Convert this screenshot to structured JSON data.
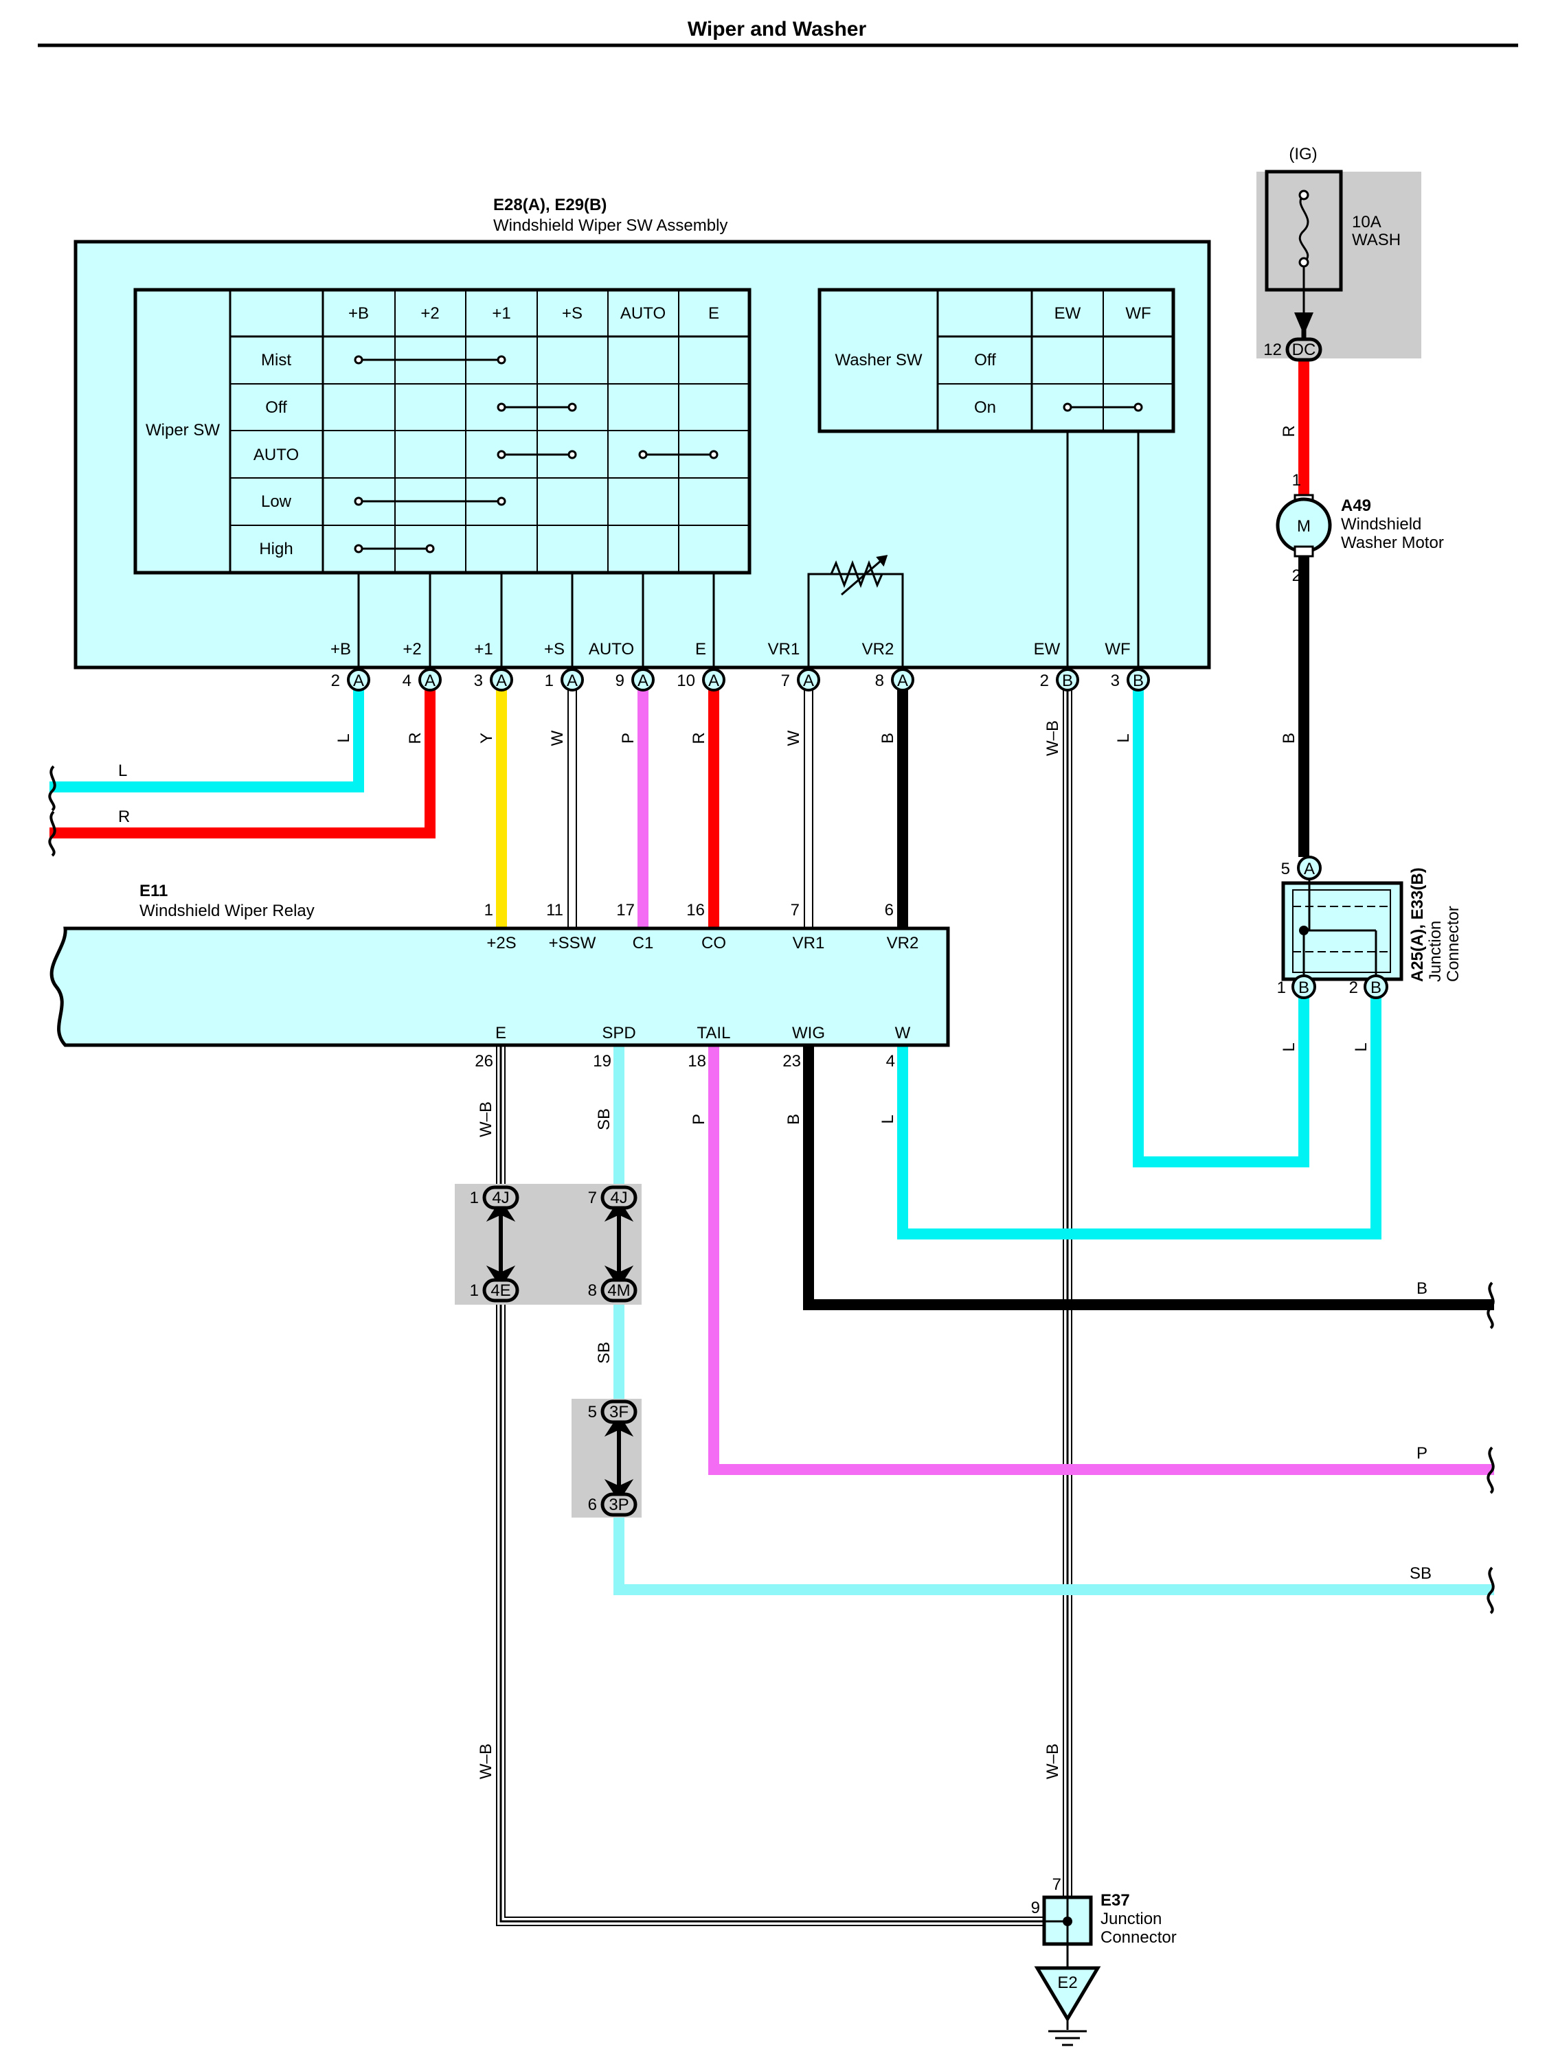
{
  "page": {
    "title": "Wiper and Washer"
  },
  "colors": {
    "L": "#00f3f3",
    "R": "#ff0000",
    "Y": "#ffe500",
    "W": "#ffffff",
    "P": "#f46bf4",
    "B": "#000000",
    "SB": "#8ff7f7",
    "WB": "#ffffff",
    "component_fill": "#ccffff",
    "connector_bg": "#cccccc"
  },
  "switch_assembly": {
    "code": "E28(A), E29(B)",
    "name": "Windshield Wiper SW Assembly",
    "wiper_table": {
      "row_header": "Wiper SW",
      "columns": [
        "+B",
        "+2",
        "+1",
        "+S",
        "AUTO",
        "E"
      ],
      "rows": [
        "Mist",
        "Off",
        "AUTO",
        "Low",
        "High"
      ]
    },
    "washer_table": {
      "row_header": "Washer SW",
      "columns": [
        "EW",
        "WF"
      ],
      "rows": [
        "Off",
        "On"
      ]
    },
    "terminals": [
      {
        "name": "+B",
        "pin": "2",
        "conn": "A",
        "wire": "L"
      },
      {
        "name": "+2",
        "pin": "4",
        "conn": "A",
        "wire": "R"
      },
      {
        "name": "+1",
        "pin": "3",
        "conn": "A",
        "wire": "Y"
      },
      {
        "name": "+S",
        "pin": "1",
        "conn": "A",
        "wire": "W"
      },
      {
        "name": "AUTO",
        "pin": "9",
        "conn": "A",
        "wire": "P"
      },
      {
        "name": "E",
        "pin": "10",
        "conn": "A",
        "wire": "R"
      },
      {
        "name": "VR1",
        "pin": "7",
        "conn": "A",
        "wire": "W"
      },
      {
        "name": "VR2",
        "pin": "8",
        "conn": "A",
        "wire": "B"
      },
      {
        "name": "EW",
        "pin": "2",
        "conn": "B",
        "wire": "W–B"
      },
      {
        "name": "WF",
        "pin": "3",
        "conn": "B",
        "wire": "L"
      }
    ]
  },
  "left_wires": {
    "L": "L",
    "R": "R"
  },
  "relay": {
    "code": "E11",
    "name": "Windshield Wiper Relay",
    "top_terminals": [
      {
        "name": "+2S",
        "pin": "1"
      },
      {
        "name": "+SSW",
        "pin": "11"
      },
      {
        "name": "C1",
        "pin": "17"
      },
      {
        "name": "CO",
        "pin": "16"
      },
      {
        "name": "VR1",
        "pin": "7"
      },
      {
        "name": "VR2",
        "pin": "6"
      }
    ],
    "bottom_terminals": [
      {
        "name": "E",
        "pin": "26",
        "wire": "W–B"
      },
      {
        "name": "SPD",
        "pin": "19",
        "wire": "SB"
      },
      {
        "name": "TAIL",
        "pin": "18",
        "wire": "P"
      },
      {
        "name": "WIG",
        "pin": "23",
        "wire": "B"
      },
      {
        "name": "W",
        "pin": "4",
        "wire": "L"
      }
    ]
  },
  "fuse": {
    "source": "(IG)",
    "rating": "10A",
    "name": "WASH",
    "pin": "12",
    "conn": "DC",
    "wire": "R"
  },
  "washer_motor": {
    "code": "A49",
    "name_line1": "Windshield",
    "name_line2": "Washer Motor",
    "symbol": "M",
    "pin_top": "1",
    "pin_bottom": "2",
    "wire_out": "B"
  },
  "jc_a25": {
    "code": "A25(A), E33(B)",
    "name_line1": "Junction",
    "name_line2": "Connector",
    "pin_in": "5",
    "conn_in": "A",
    "pin_out1": "1",
    "pin_out2": "2",
    "conn_out": "B",
    "wire_out1": "L",
    "wire_out2": "L"
  },
  "inline_connectors": {
    "c4j_1": {
      "pin": "1",
      "code": "4J"
    },
    "c4e_1": {
      "pin": "1",
      "code": "4E"
    },
    "c4j_7": {
      "pin": "7",
      "code": "4J"
    },
    "c4m_8": {
      "pin": "8",
      "code": "4M"
    },
    "c3f_5": {
      "pin": "5",
      "code": "3F"
    },
    "c3p_6": {
      "pin": "6",
      "code": "3P"
    },
    "sb_between": "SB"
  },
  "right_wires": {
    "B": "B",
    "P": "P",
    "SB": "SB"
  },
  "jc_e37": {
    "code": "E37",
    "name_line1": "Junction",
    "name_line2": "Connector",
    "pin_top": "7",
    "pin_left": "9",
    "ground": "E2",
    "wire_left": "W–B",
    "wire_top": "W–B"
  }
}
